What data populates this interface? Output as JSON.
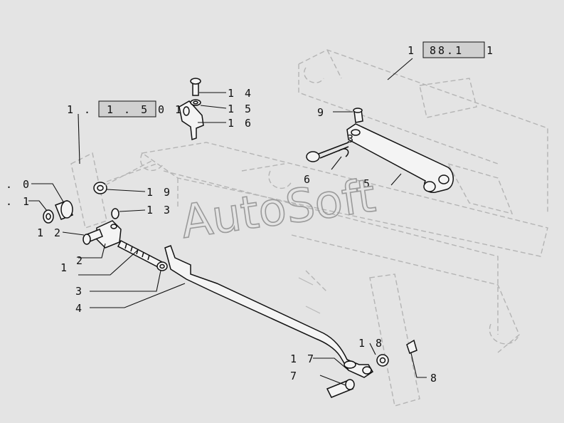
{
  "watermark": "AutoSoft",
  "refs": {
    "top_right": {
      "prefix": "1",
      "boxed": "88.1",
      "suffix": "1"
    },
    "top_left": {
      "prefix": "1 . 1",
      "boxed": "1 . 5",
      "suffix": "0 1"
    }
  },
  "labels": {
    "l0": ". 0",
    "l1": ". 1",
    "l1b": "1",
    "l2": "2",
    "l3": "3",
    "l4": "4",
    "l5": "5",
    "l6": "6",
    "l7": "7",
    "l8": "8",
    "l9": "9",
    "l12": "1 2",
    "l13": "1 3",
    "l14": "1 4",
    "l15": "1 5",
    "l16": "1 6",
    "l17": "1 7",
    "l18": "1 8",
    "l19": "1 9",
    "l3b": "3"
  },
  "colors": {
    "background": "#e4e4e4",
    "ink": "#111111",
    "ghost": "#b4b4b4"
  }
}
